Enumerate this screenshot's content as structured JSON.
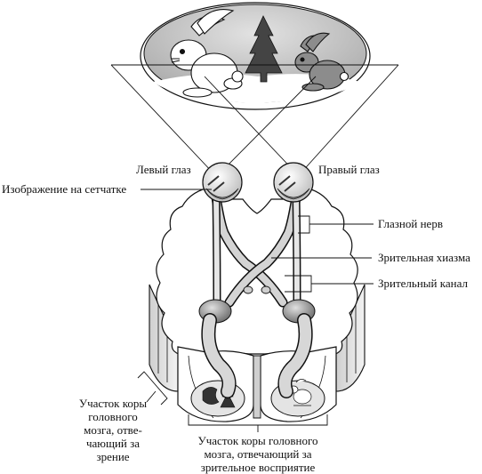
{
  "labels": {
    "left_eye": "Левый глаз",
    "right_eye": "Правый глаз",
    "retina_image": "Изображение на сетчатке",
    "optic_nerve": "Глазной нерв",
    "optic_chiasm": "Зрительная хиазма",
    "optic_tract": "Зрительный канал",
    "visual_cortex_left": [
      "Участок коры",
      "головного",
      "мозга, отве-",
      "чающий за",
      "зрение"
    ],
    "visual_cortex_bottom": [
      "Участок коры головного",
      "мозга, отвечающий за",
      "зрительное восприятие"
    ]
  },
  "colors": {
    "ink": "#111111",
    "brain_fill": "#ffffff",
    "brain_shade": "#d9d9d9",
    "nerve_fill": "#bdbdbd",
    "scene_fill": "#cfcfcf",
    "ground_fill": "#ffffff"
  },
  "icons": {
    "scene": [
      "rabbit",
      "fir-tree",
      "rabbit"
    ],
    "eyes": [
      "eyeball",
      "eyeball"
    ]
  }
}
